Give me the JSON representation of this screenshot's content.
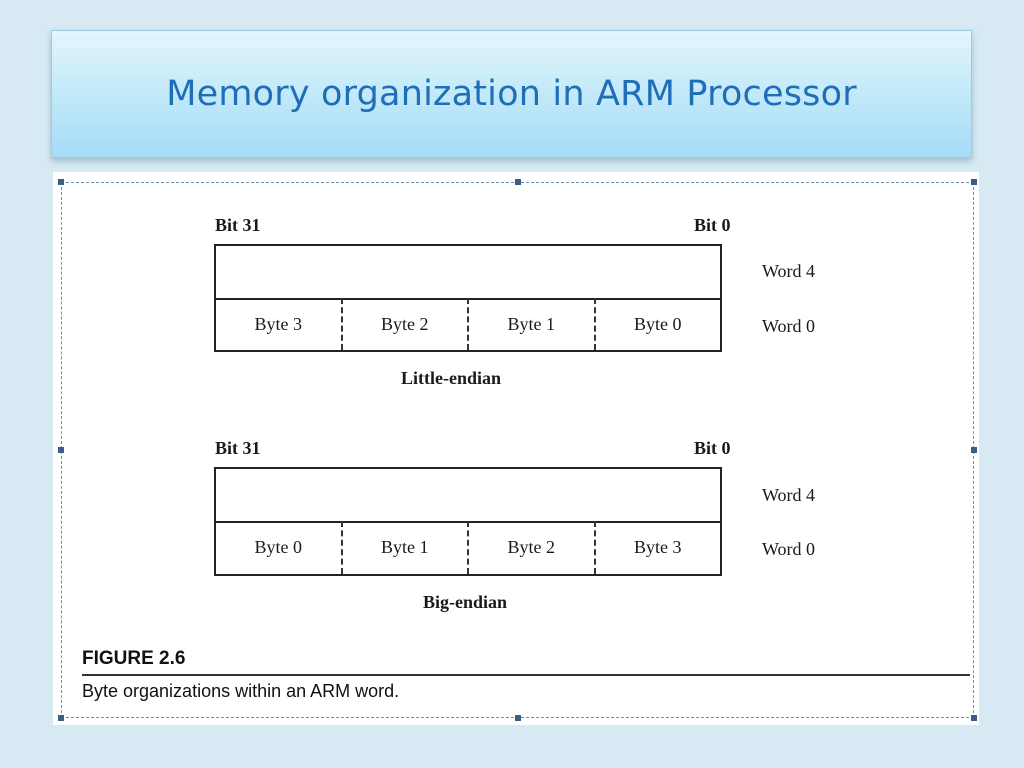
{
  "slide": {
    "title": "Memory organization in ARM Processor"
  },
  "diagram": {
    "little_endian": {
      "bit_high": "Bit 31",
      "bit_low": "Bit 0",
      "word_upper": "Word 4",
      "word_lower": "Word 0",
      "bytes": [
        "Byte 3",
        "Byte 2",
        "Byte 1",
        "Byte 0"
      ],
      "caption": "Little-endian"
    },
    "big_endian": {
      "bit_high": "Bit 31",
      "bit_low": "Bit 0",
      "word_upper": "Word 4",
      "word_lower": "Word 0",
      "bytes": [
        "Byte 0",
        "Byte 1",
        "Byte 2",
        "Byte 3"
      ],
      "caption": "Big-endian"
    }
  },
  "figure": {
    "label": "FIGURE 2.6",
    "caption": "Byte organizations within an ARM word."
  }
}
